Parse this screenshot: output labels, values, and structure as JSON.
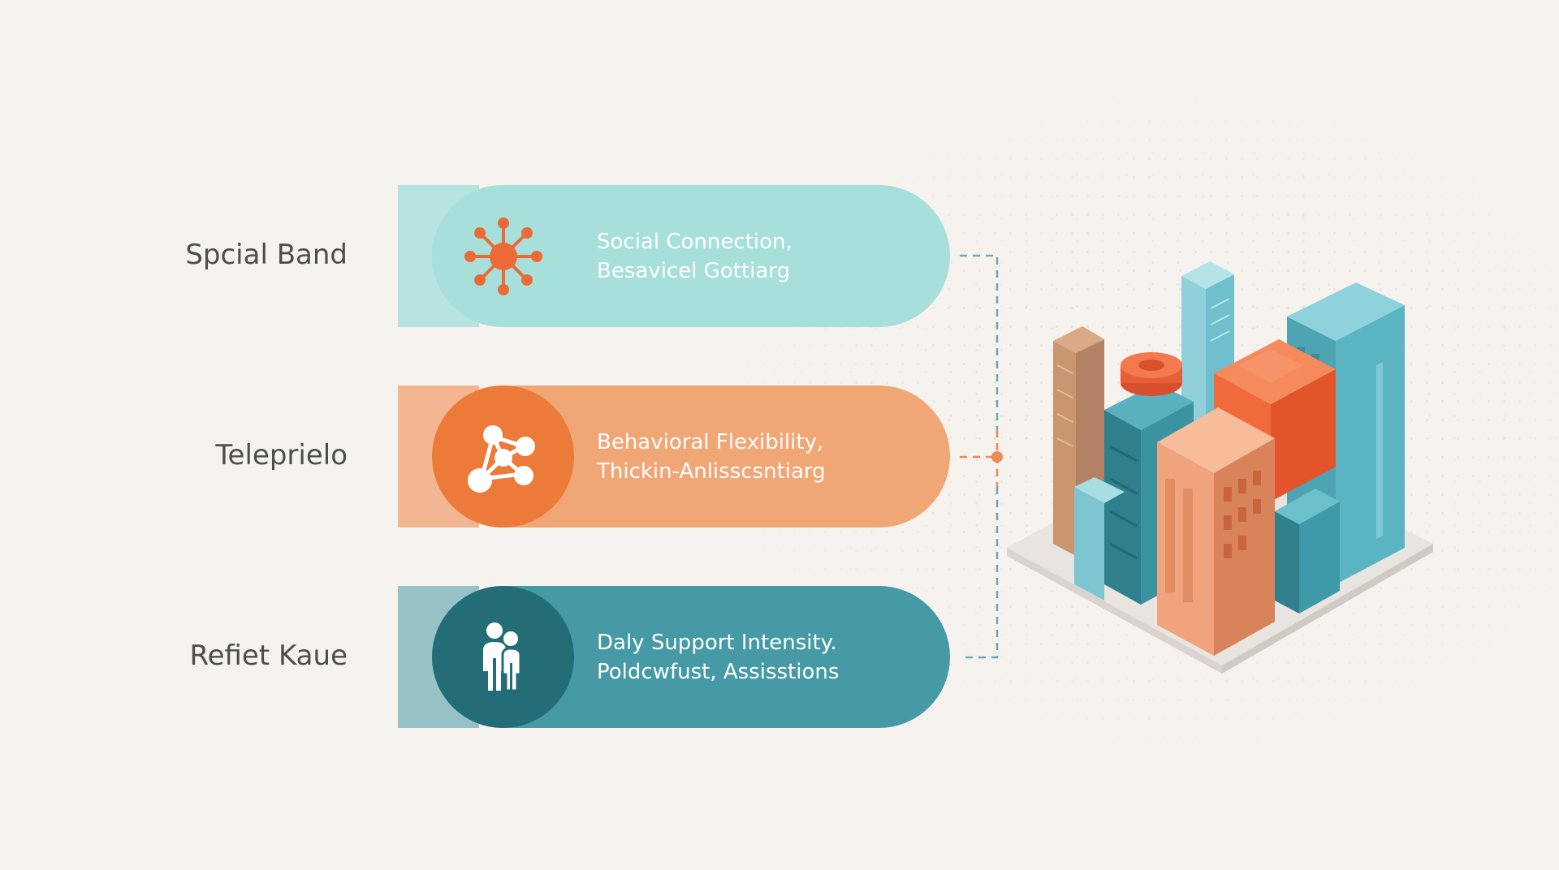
{
  "rows": [
    {
      "label": "Spcial Band",
      "line1": "Social Connection,",
      "line2": "Besavicel Gottiarg",
      "icon": "network-hub-icon",
      "color": "#a7dfdb"
    },
    {
      "label": "Teleprielo",
      "line1": "Behavioral Flexibility,",
      "line2": "Thickin-Anlisscsntiarg",
      "icon": "molecule-nodes-icon",
      "color": "#ec7a38"
    },
    {
      "label": "Refiet Kaue",
      "line1": "Daly Support Intensity.",
      "line2": "Poldcwfust, Assisstions",
      "icon": "family-people-icon",
      "color": "#236e76"
    }
  ],
  "colors": {
    "background": "#f6f3ef",
    "connector_teal": "#6aa9b5",
    "connector_orange": "#ee8b55",
    "label_text": "#4d4d4d"
  },
  "illustration": "isometric-city-icon"
}
